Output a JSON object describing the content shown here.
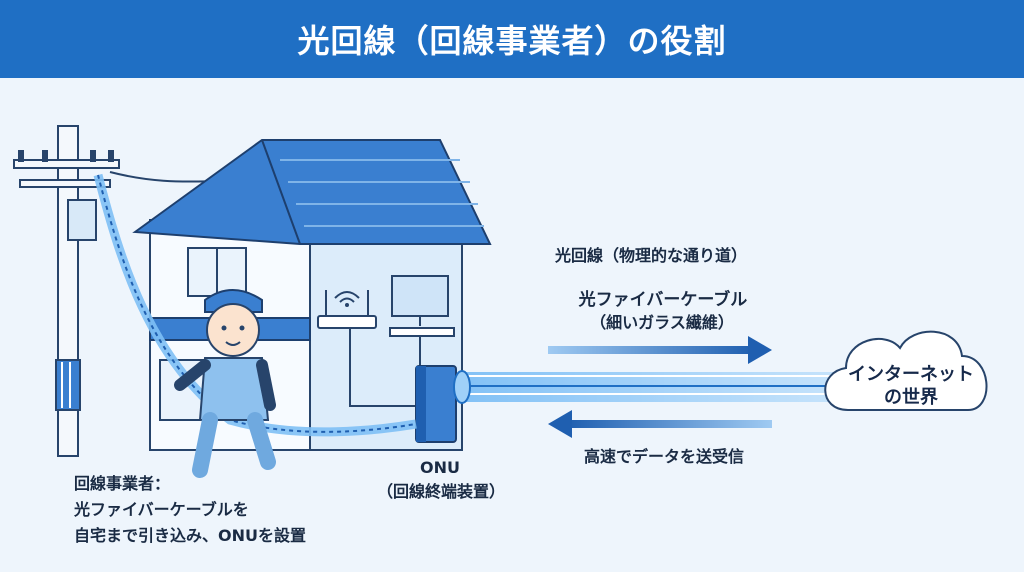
{
  "title": "光回線（回線事業者）の役割",
  "labels": {
    "optical_line": "光回線（物理的な通り道）",
    "fiber_cable": "光ファイバーケーブル",
    "fiber_cable_sub": "（細いガラス繊維）",
    "high_speed": "高速でデータを送受信",
    "internet_line1": "インターネット",
    "internet_line2": "の世界",
    "onu": "ONU",
    "onu_sub": "（回線終端装置）",
    "provider_line1": "回線事業者：",
    "provider_line2": "光ファイバーケーブルを",
    "provider_line3": "自宅まで引き込み、ONUを設置"
  },
  "colors": {
    "header": "#1f6fc4",
    "background": "#eef5fc",
    "roof": "#3a7fd0",
    "fiber": "#4aa3f0",
    "arrow": "#1f5fb0"
  }
}
